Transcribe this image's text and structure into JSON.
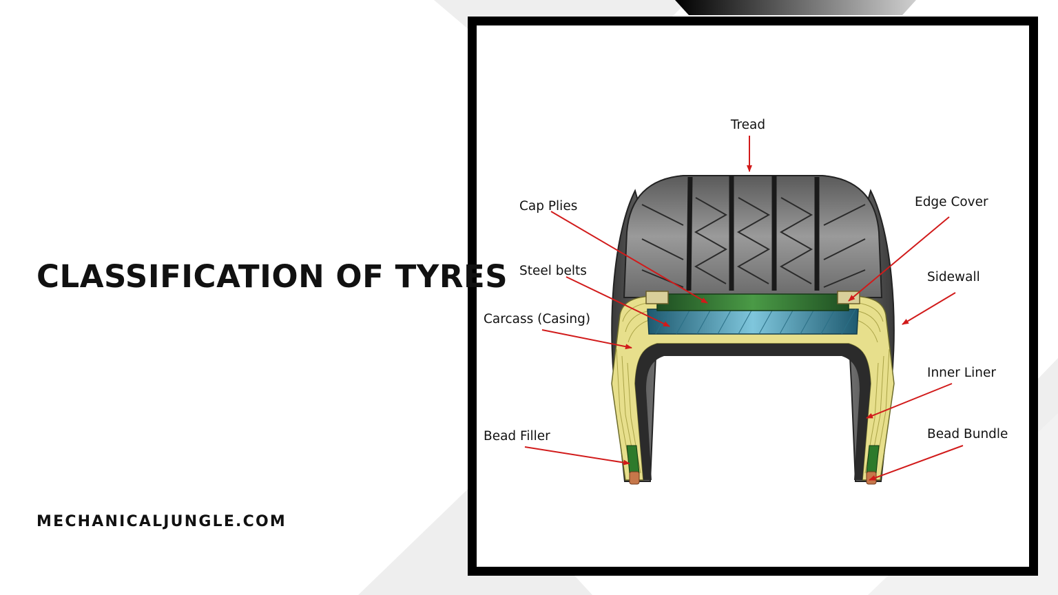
{
  "heading": {
    "title": "CLASSIFICATION OF TYRES"
  },
  "footer": {
    "website": "MECHANICALJUNGLE.COM"
  },
  "diagram": {
    "labels": {
      "tread": "Tread",
      "cap_plies": "Cap Plies",
      "edge_cover": "Edge Cover",
      "steel_belts": "Steel belts",
      "sidewall": "Sidewall",
      "carcass": "Carcass (Casing)",
      "inner_liner": "Inner Liner",
      "bead_filler": "Bead Filler",
      "bead_bundle": "Bead Bundle"
    }
  },
  "colors": {
    "arrow": "#d11a1a",
    "frame": "#000000",
    "background_shape": "#ededed",
    "cap_plies_layer": "#2f6b2a",
    "steel_belt_layer": "#3a8aa4",
    "carcass_layer": "#e7df8c",
    "bead_filler": "#2e7a2b",
    "bead_bundle": "#c6774a"
  }
}
